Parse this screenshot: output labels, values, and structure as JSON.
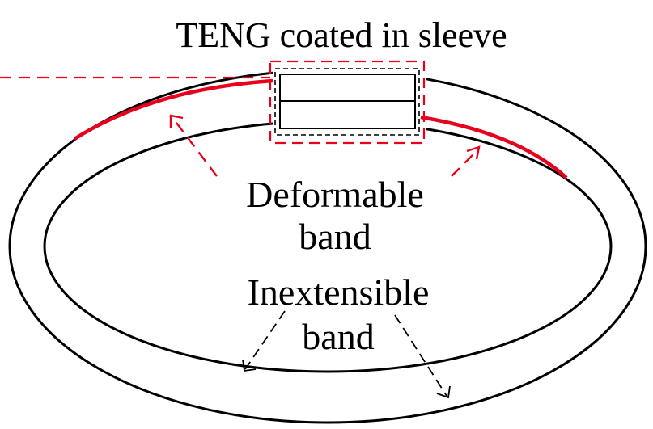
{
  "labels": {
    "title": "TENG coated in sleeve",
    "deformable_line1": "Deformable",
    "deformable_line2": "band",
    "inextensible_line1": "Inextensible",
    "inextensible_line2": "band"
  },
  "colors": {
    "deformable": "#e8001c",
    "inextensible": "#000000",
    "background": "#ffffff"
  }
}
